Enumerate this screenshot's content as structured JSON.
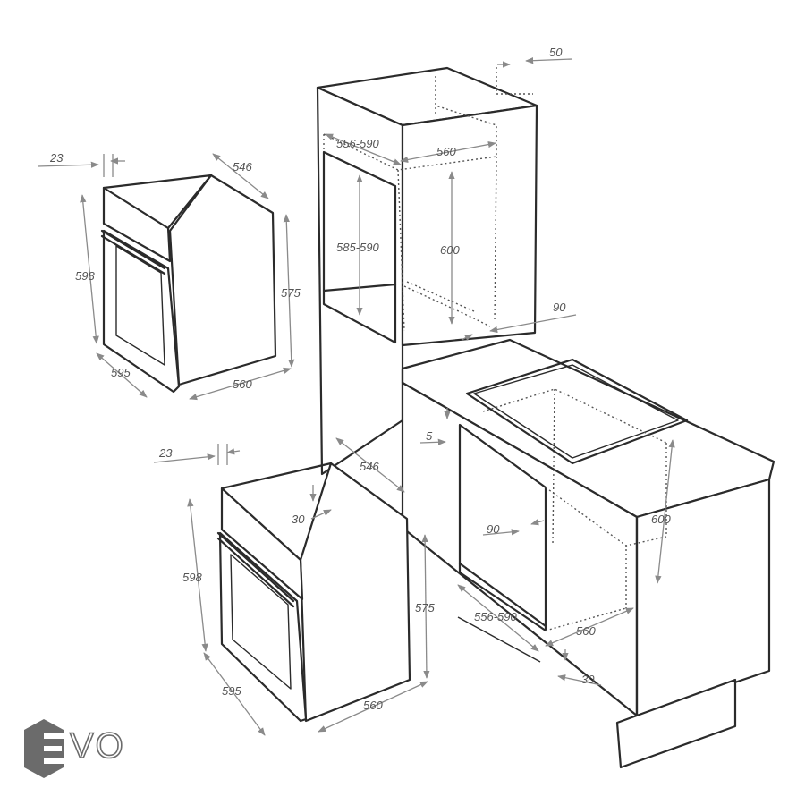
{
  "labels": {
    "top_oven": {
      "panel_thickness": "23",
      "depth": "546",
      "height": "598",
      "body_height": "575",
      "width": "595",
      "body_width": "560"
    },
    "bottom_oven": {
      "panel_thickness": "23",
      "depth": "546",
      "top_gap": "30",
      "height": "598",
      "body_height": "575",
      "width": "595",
      "body_width": "560"
    },
    "tall_cabinet": {
      "back_gap": "50",
      "niche_width": "556-590",
      "inner_width": "560",
      "niche_height": "585-590",
      "inner_height": "600",
      "floor_depth": "90"
    },
    "counter_cabinet": {
      "top_gap": "5",
      "rear_gap": "90",
      "inner_height": "600",
      "niche_width": "556-590",
      "inner_width": "560",
      "bottom_gap": "30"
    }
  },
  "logo": {
    "text": "VO"
  },
  "colors": {
    "line": "#2b2b2b",
    "dimension": "#8a8a8a",
    "dimension_text": "#555555",
    "logo": "#6b6b6b"
  }
}
